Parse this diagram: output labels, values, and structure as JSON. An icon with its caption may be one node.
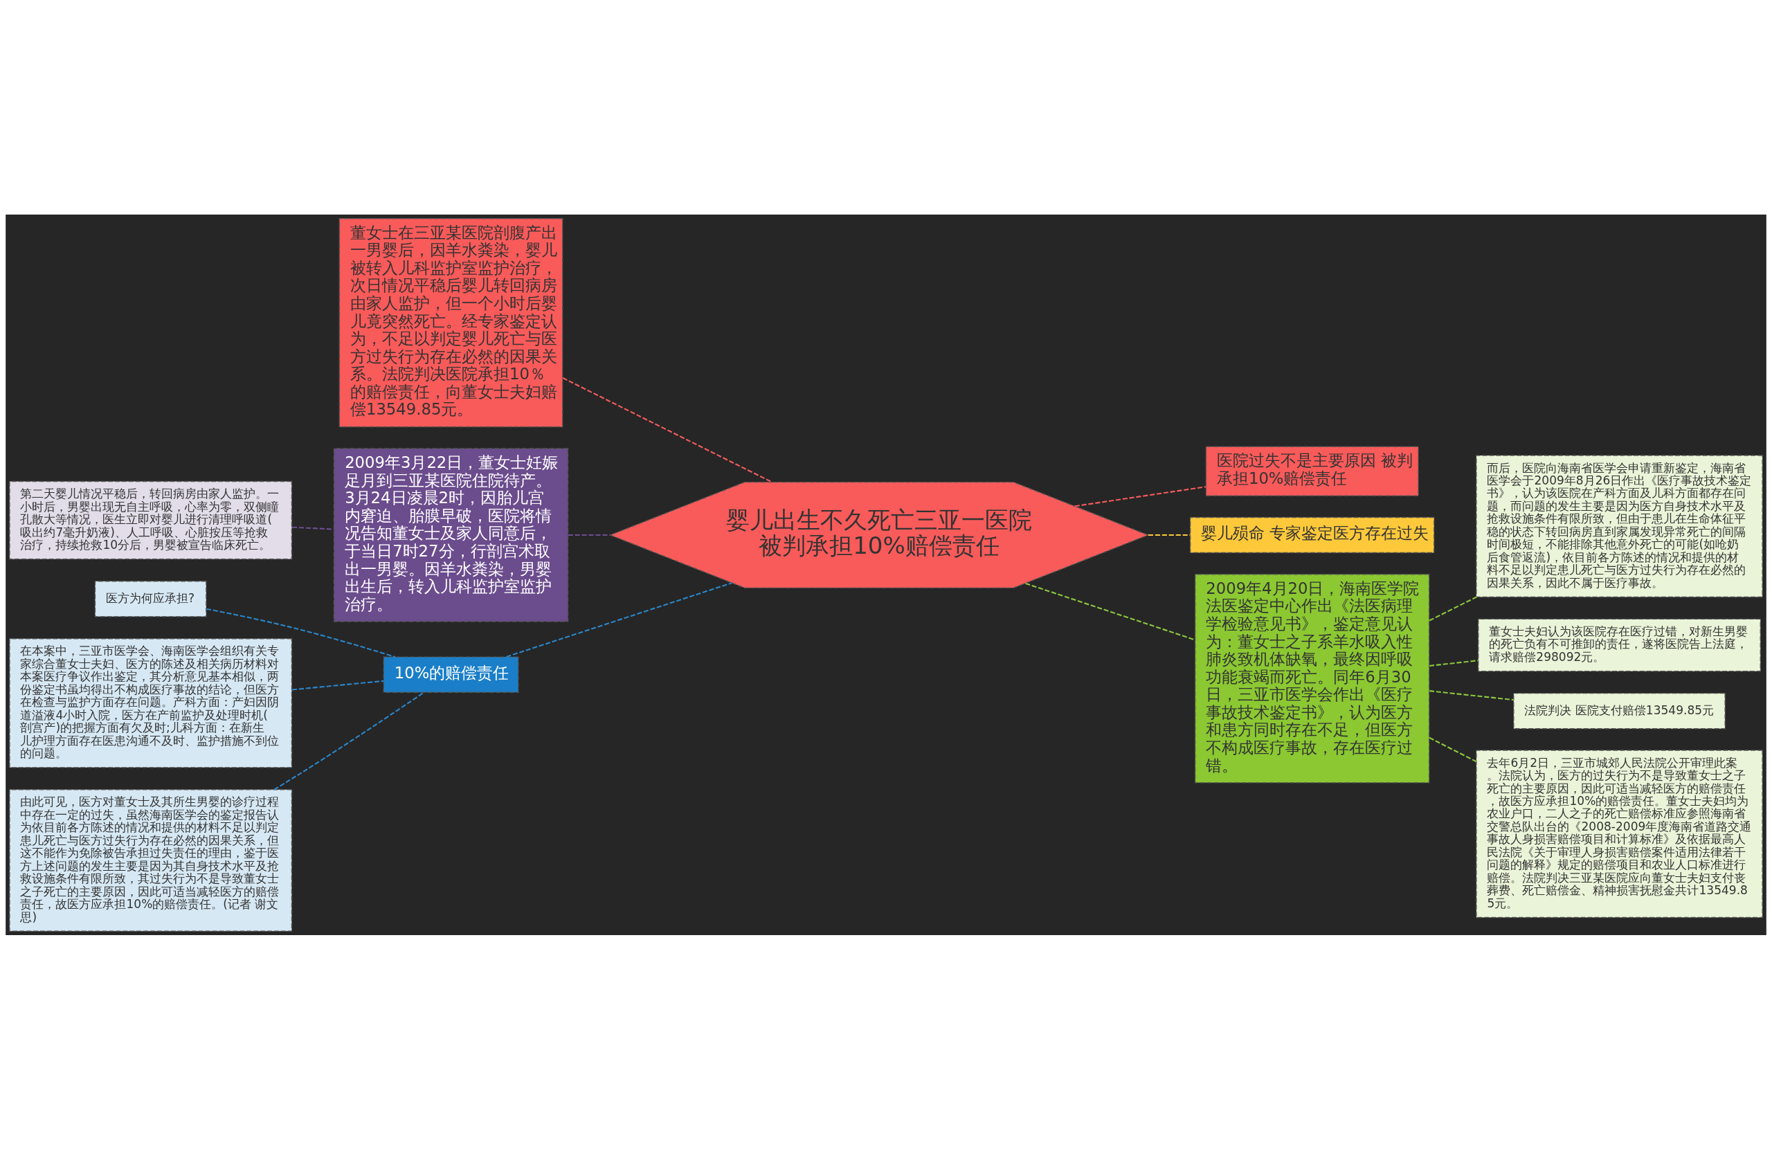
{
  "diagram": {
    "nodes": [
      {
        "text": [
          "婴儿出生不久死亡三亚一医院被判承担10%赔偿责任"
        ]
      },
      {
        "text": [
          "董女士在三亚某医院剖腹产出一男婴后，因羊水粪染，婴儿被转入儿科监护室监护治疗，次日情况平稳后婴儿转回病房由家人监护，但一个小时后婴儿竟突然死亡。经专家鉴定认为，不足以判定婴儿死亡与医方过失行为存在必然的因果关系。法院判决医院承担10％的赔偿责任，向董女士夫妇赔偿13549.85元。"
        ]
      },
      {
        "text": [
          "2009年3月22日，董女士妊娠足月到三亚某医院住院待产。3月24日凌晨2时，因胎儿宫内窘迫、胎膜早破，医院将情况告知董女士及家人同意后，于当日7时27分，行剖宫术取出一男婴。因羊水粪染，男婴出生后，转入儿科监护室监护治疗。"
        ]
      },
      {
        "text": [
          "第二天婴儿情况平稳后，转回病房由家人监护。一小时后，男婴出现无自主呼吸，心率为零，双侧瞳孔散大等情况，医生立即对婴儿进行清理呼吸道(吸出约7毫升奶液)、人工呼吸、心脏按压等抢救治疗，持续抢救10分后，男婴被宣告临床死亡。"
        ]
      },
      {
        "text": [
          "10%的赔偿责任"
        ]
      },
      {
        "text": [
          "医方为何应承担?"
        ]
      },
      {
        "text": [
          "在本案中，三亚市医学会、海南医学会组织有关专家综合董女士夫妇、医方的陈述及相关病历材料对本案医疗争议作出鉴定，其分析意见基本相似，两份鉴定书虽均得出不构成医疗事故的结论，但医方在检查与监护方面存在问题。产科方面：产妇因阴道溢液4小时入院，医方在产前监护及处理时机(剖宫产)的把握方面有欠及时;儿科方面：在新生儿护理方面存在医患沟通不及时、监护措施不到位的问题。"
        ]
      },
      {
        "text": [
          "由此可见，医方对董女士及其所生男婴的诊疗过程中存在一定的过失，虽然海南医学会的鉴定报告认为依目前各方陈述的情况和提供的材料不足以判定患儿死亡与医方过失行为存在必然的因果关系，但这不能作为免除被告承担过失责任的理由，鉴于医方上述问题的发生主要是因为其自身技术水平及抢救设施条件有限所致，其过失行为不是导致董女士之子死亡的主要原因，因此可适当减轻医方的赔偿责任，故医方应承担10%的赔偿责任。(记者 谢文思)"
        ]
      },
      {
        "text": [
          "医院过失不是主要原因 被判承担10%赔偿责任"
        ]
      },
      {
        "text": [
          "婴儿殒命 专家鉴定医方存在过失"
        ]
      },
      {
        "text": [
          "2009年4月20日，海南医学院法医鉴定中心作出《法医病理学检验意见书》，鉴定意见认为：董女士之子系羊水吸入性肺炎致机体缺氧，最终因呼吸功能衰竭而死亡。同年6月30日，三亚市医学会作出《医疗事故技术鉴定书》，认为医方和患方同时存在不足，但医方不构成医疗事故，存在医疗过错。"
        ]
      },
      {
        "text": [
          "而后，医院向海南省医学会申请重新鉴定，海南省医学会于2009年8月26日作出《医疗事故技术鉴定书》，认为该医院在产科方面及儿科方面都存在问题，而问题的发生主要是因为医方自身技术水平及抢救设施条件有限所致，但由于患儿在生命体征平稳的状态下转回病房直到家属发现异常死亡的间隔时间极短，不能排除其他意外死亡的可能(如呛奶后食管返流)，依目前各方陈述的情况和提供的材料不足以判定患儿死亡与医方过失行为存在必然的因果关系，因此不属于医疗事故。"
        ]
      },
      {
        "text": [
          "董女士夫妇认为该医院存在医疗过错，对新生男婴的死亡负有不可推卸的责任，遂将医院告上法庭，请求赔偿298092元。"
        ]
      },
      {
        "text": [
          "法院判决 医院支付赔偿13549.85元"
        ]
      },
      {
        "text": [
          "去年6月2日，三亚市城郊人民法院公开审理此案。法院认为，医方的过失行为不是导致董女士之子死亡的主要原因，因此可适当减轻医方的赔偿责任，故医方应承担10%的赔偿责任。董女士夫妇均为农业户口，二人之子的死亡赔偿标准应参照海南省交警总队出台的《2008-2009年度海南省道路交通事故人身损害赔偿项目和计算标准》及依据最高人民法院《关于审理人身损害赔偿案件适用法律若干问题的解释》规定的赔偿项目和农业人口标准进行赔偿。法院判决三亚某医院应向董女士夫妇支付丧葬费、死亡赔偿金、精神损害抚慰金共计13549.85元。"
        ]
      }
    ],
    "edges": [
      {
        "from": 0,
        "to": 1,
        "arrow": "none",
        "style": "dashed",
        "color": "#f45b5b"
      },
      {
        "from": 0,
        "to": 2,
        "arrow": "none",
        "style": "dashed",
        "color": "#6f4e94"
      },
      {
        "from": 2,
        "to": 3,
        "arrow": "none",
        "style": "dashed",
        "color": "#6f4e94"
      },
      {
        "from": 0,
        "to": 4,
        "arrow": "none",
        "style": "dashed",
        "color": "#2b86c9"
      },
      {
        "from": 4,
        "to": 5,
        "arrow": "none",
        "style": "dashed",
        "color": "#2b86c9"
      },
      {
        "from": 4,
        "to": 6,
        "arrow": "none",
        "style": "dashed",
        "color": "#2b86c9"
      },
      {
        "from": 4,
        "to": 7,
        "arrow": "none",
        "style": "dashed",
        "color": "#2b86c9"
      },
      {
        "from": 0,
        "to": 8,
        "arrow": "none",
        "style": "dashed",
        "color": "#f45b5b"
      },
      {
        "from": 0,
        "to": 9,
        "arrow": "none",
        "style": "dashed",
        "color": "#fdc93b"
      },
      {
        "from": 0,
        "to": 10,
        "arrow": "none",
        "style": "dashed",
        "color": "#8cc63f"
      },
      {
        "from": 10,
        "to": 11,
        "arrow": "none",
        "style": "dashed",
        "color": "#8cc63f"
      },
      {
        "from": 10,
        "to": 12,
        "arrow": "none",
        "style": "dashed",
        "color": "#8cc63f"
      },
      {
        "from": 10,
        "to": 13,
        "arrow": "none",
        "style": "dashed",
        "color": "#8cc63f"
      },
      {
        "from": 10,
        "to": 14,
        "arrow": "none",
        "style": "dashed",
        "color": "#8cc63f"
      }
    ]
  }
}
